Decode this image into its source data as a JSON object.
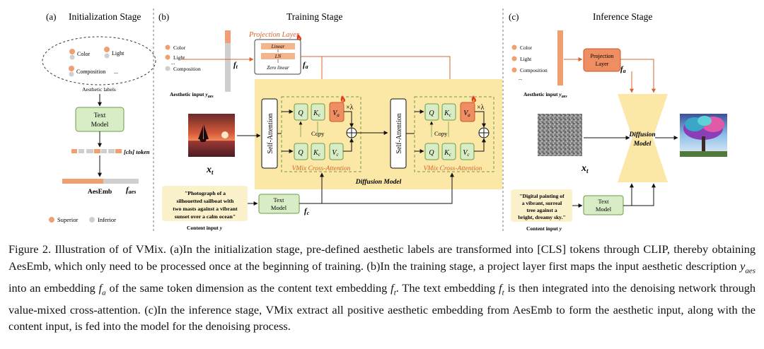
{
  "panels": {
    "a": {
      "letter": "(a)",
      "title": "Initialization Stage"
    },
    "b": {
      "letter": "(b)",
      "title": "Training Stage"
    },
    "c": {
      "letter": "(c)",
      "title": "Inference Stage"
    }
  },
  "init": {
    "labels": [
      "Color",
      "Light",
      "Composition",
      "..."
    ],
    "aesthetic_labels_caption": "Aesthetic labels",
    "text_model": [
      "Text",
      "Model"
    ],
    "cls_token": "[cls] token",
    "aesemb": "AesEmb",
    "f_aes": "f",
    "f_aes_sub": "aes",
    "legend_superior": "Superior",
    "legend_inferior": "Inferior"
  },
  "train": {
    "labels": [
      "Color",
      "Light",
      "...",
      "Composition"
    ],
    "aesthetic_input": "Aesthetic input",
    "y_sym": "y",
    "y_sub": "aes",
    "f_t": "f",
    "f_t_sub": "t",
    "f_a": "f",
    "f_a_sub": "a",
    "projection_layer": "Projection Layer",
    "proj_linear": "Linear",
    "proj_ln": "LN",
    "proj_zero": "Zero linear",
    "self_attention": "Self-Attention",
    "q": "Q",
    "k": "K",
    "k_sub": "c",
    "v": "V",
    "v_sub_a": "a",
    "v_sub_c": "c",
    "times_lambda": "×λ",
    "copy": "Copy",
    "vmix": "VMix Cross-Attention",
    "diffusion_model": "Diffusion Model",
    "x_t": "x",
    "x_t_sub": "t",
    "prompt": [
      "\"Photograph of a",
      "silhouetted sailboat with",
      "two masts against a vibrant",
      "sunset over a calm ocean\""
    ],
    "text_model": [
      "Text",
      "Model"
    ],
    "f_c": "f",
    "f_c_sub": "c",
    "content_input": "Content input",
    "content_y": "y"
  },
  "infer": {
    "labels": [
      "Color",
      "Light",
      "Composition",
      "..."
    ],
    "aesthetic_input": "Aesthetic input",
    "y_sym": "y",
    "y_sub": "aes",
    "projection": [
      "Projection",
      "Layer"
    ],
    "f_a": "f",
    "f_a_sub": "a",
    "x_t": "x",
    "x_t_sub": "t",
    "diffusion": [
      "Diffusion",
      "Model"
    ],
    "prompt": [
      "\"Digital painting of",
      "a vibrant, surreal",
      "tree against a",
      "bright, dreamy sky.\""
    ],
    "text_model": [
      "Text",
      "Model"
    ],
    "content_input": "Content input",
    "content_y": "y"
  },
  "caption": {
    "p1": "Figure 2. Illustration of of VMix. (a)In the initialization stage, pre-defined aesthetic labels are transformed into [CLS] tokens through CLIP, thereby obtaining AesEmb, which only need to be processed once at the beginning of training. (b)In the training stage, a project layer first maps the input aesthetic description ",
    "y": "y",
    "y_sub": "aes",
    "p2": " into an embedding ",
    "fa": "f",
    "fa_sub": "a",
    "p3": " of the same token dimension as the content text embedding ",
    "ft": "f",
    "ft_sub": "t",
    "p4": ". The text embedding ",
    "ft2": "f",
    "ft2_sub": "t",
    "p5": " is then integrated into the denoising network through value-mixed cross-attention. (c)In the inference stage, VMix extract all positive aesthetic embedding from AesEmb to form the aesthetic input, along with the content input, is fed into the model for the denoising process."
  },
  "colors": {
    "orange": "#f0a070",
    "orange_dark": "#e07840",
    "green_box": "#d8ecc6",
    "green_border": "#6a9e4a",
    "yellow": "#fbe7a6",
    "prompt_bg": "#fbf2cc",
    "gray": "#cfcfcf",
    "arrow_orange": "#d9652c"
  }
}
